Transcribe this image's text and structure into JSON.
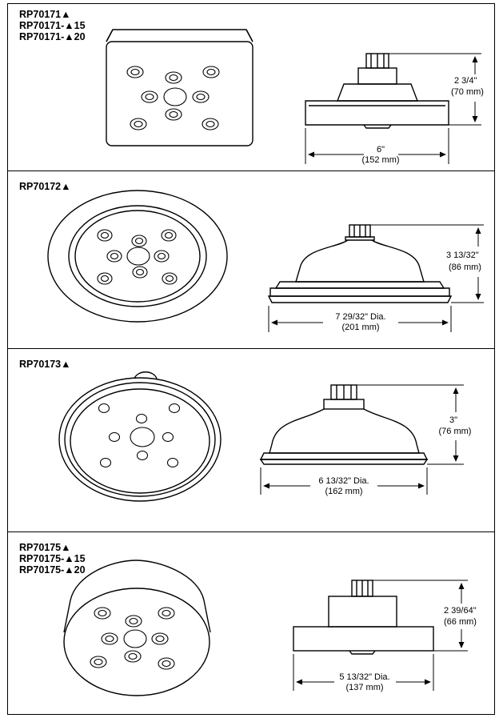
{
  "panels": [
    {
      "models": [
        "RP70171▲",
        "RP70171-▲15",
        "RP70171-▲20"
      ],
      "height_in": "2 3/4\"",
      "height_mm": "(70 mm)",
      "width_in": "6\"",
      "width_mm": "(152 mm)"
    },
    {
      "models": [
        "RP70172▲"
      ],
      "height_in": "3 13/32\"",
      "height_mm": "(86 mm)",
      "width_in": "7 29/32\" Dia.",
      "width_mm": "(201 mm)"
    },
    {
      "models": [
        "RP70173▲"
      ],
      "height_in": "3\"",
      "height_mm": "(76 mm)",
      "width_in": "6 13/32\" Dia.",
      "width_mm": "(162 mm)"
    },
    {
      "models": [
        "RP70175▲",
        "RP70175-▲15",
        "RP70175-▲20"
      ],
      "height_in": "2 39/64\"",
      "height_mm": "(66 mm)",
      "width_in": "5 13/32\" Dia.",
      "width_mm": "(137 mm)"
    }
  ]
}
